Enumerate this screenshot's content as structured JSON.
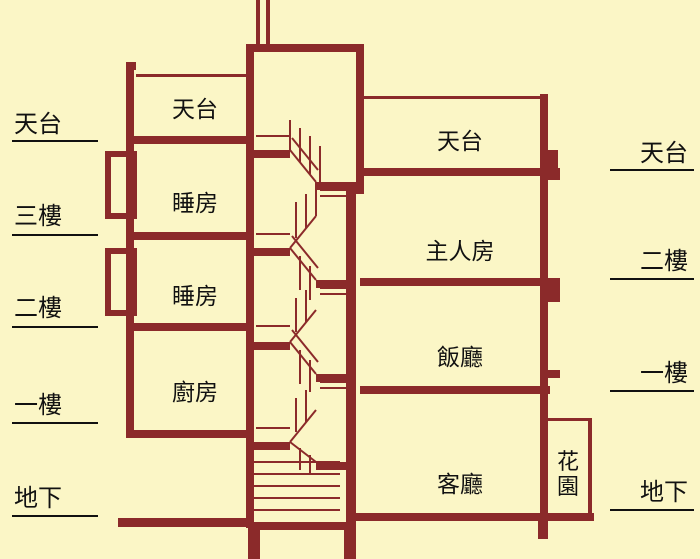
{
  "left_levels": [
    "天台",
    "三樓",
    "二樓",
    "一樓",
    "地下"
  ],
  "right_levels": [
    "天台",
    "二樓",
    "一樓",
    "地下"
  ],
  "rooms": {
    "left_roof": "天台",
    "bedroom_top": "睡房",
    "bedroom_mid": "睡房",
    "kitchen": "廚房",
    "right_roof": "天台",
    "master_bedroom": "主人房",
    "dining_room": "飯廳",
    "living_room": "客廳"
  },
  "garden": [
    "花",
    "園"
  ],
  "colors": {
    "wall": "#8b2a2a",
    "background": "#fbf6c6",
    "text": "#111111"
  }
}
